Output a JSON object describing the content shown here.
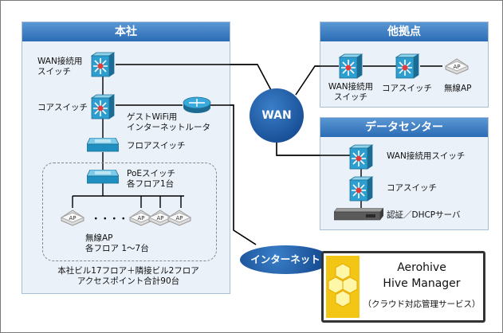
{
  "headquarters": {
    "title": "本社",
    "wan_switch_label": [
      "WAN接続用",
      "スイッチ"
    ],
    "core_switch_label": "コアスイッチ",
    "guest_router_label": [
      "ゲストWiFi用",
      "インターネットルータ"
    ],
    "floor_switch_label": "フロアスイッチ",
    "poe_switch_label": [
      "PoEスイッチ",
      "各フロア1台"
    ],
    "ap_icon_text": "AP",
    "ellipsis": "・・・・・・",
    "wireless_ap_label": [
      "無線AP",
      "各フロア 1〜7台"
    ],
    "footer_label": [
      "本社ビル17フロア＋隣接ビル2フロア",
      "アクセスポイント合計90台"
    ]
  },
  "branch": {
    "title": "他拠点",
    "wan_switch_label": [
      "WAN接続用",
      "スイッチ"
    ],
    "core_switch_label": "コアスイッチ",
    "wireless_ap_label": "無線AP",
    "ap_icon_text": "AP"
  },
  "datacenter": {
    "title": "データセンター",
    "wan_switch_label": "WAN接続用スイッチ",
    "core_switch_label": "コアスイッチ",
    "server_label": "認証／DHCPサーバ"
  },
  "wan_cloud": "WAN",
  "internet_cloud": "インターネット",
  "hive_manager": {
    "line1": "Aerohive",
    "line2": "Hive Manager",
    "line3": "（クラウド対応管理サービス）"
  }
}
